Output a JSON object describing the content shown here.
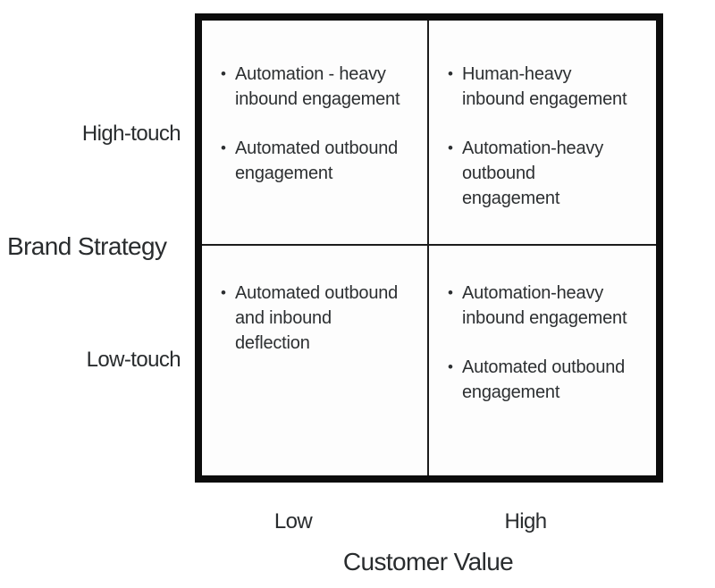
{
  "figure": {
    "y_axis": {
      "title": "Brand Strategy",
      "tick_high": "High-touch",
      "tick_low": "Low-touch"
    },
    "x_axis": {
      "title": "Customer Value",
      "tick_low": "Low",
      "tick_high": "High"
    },
    "quadrants": {
      "top_left": {
        "items": [
          "Automation - heavy\ninbound engagement",
          "Automated outbound\nengagement"
        ]
      },
      "top_right": {
        "items": [
          "Human-heavy\ninbound engagement",
          "Automation-heavy\noutbound\nengagement"
        ]
      },
      "bottom_left": {
        "items": [
          "Automated outbound\nand inbound\ndeflection"
        ]
      },
      "bottom_right": {
        "items": [
          "Automation-heavy\ninbound engagement",
          "Automated outbound\nengagement"
        ]
      }
    },
    "colors": {
      "outer_border": "#0c0c0c",
      "divider": "#1c1c1c",
      "text": "#2c2f31",
      "background": "#ffffff"
    }
  }
}
